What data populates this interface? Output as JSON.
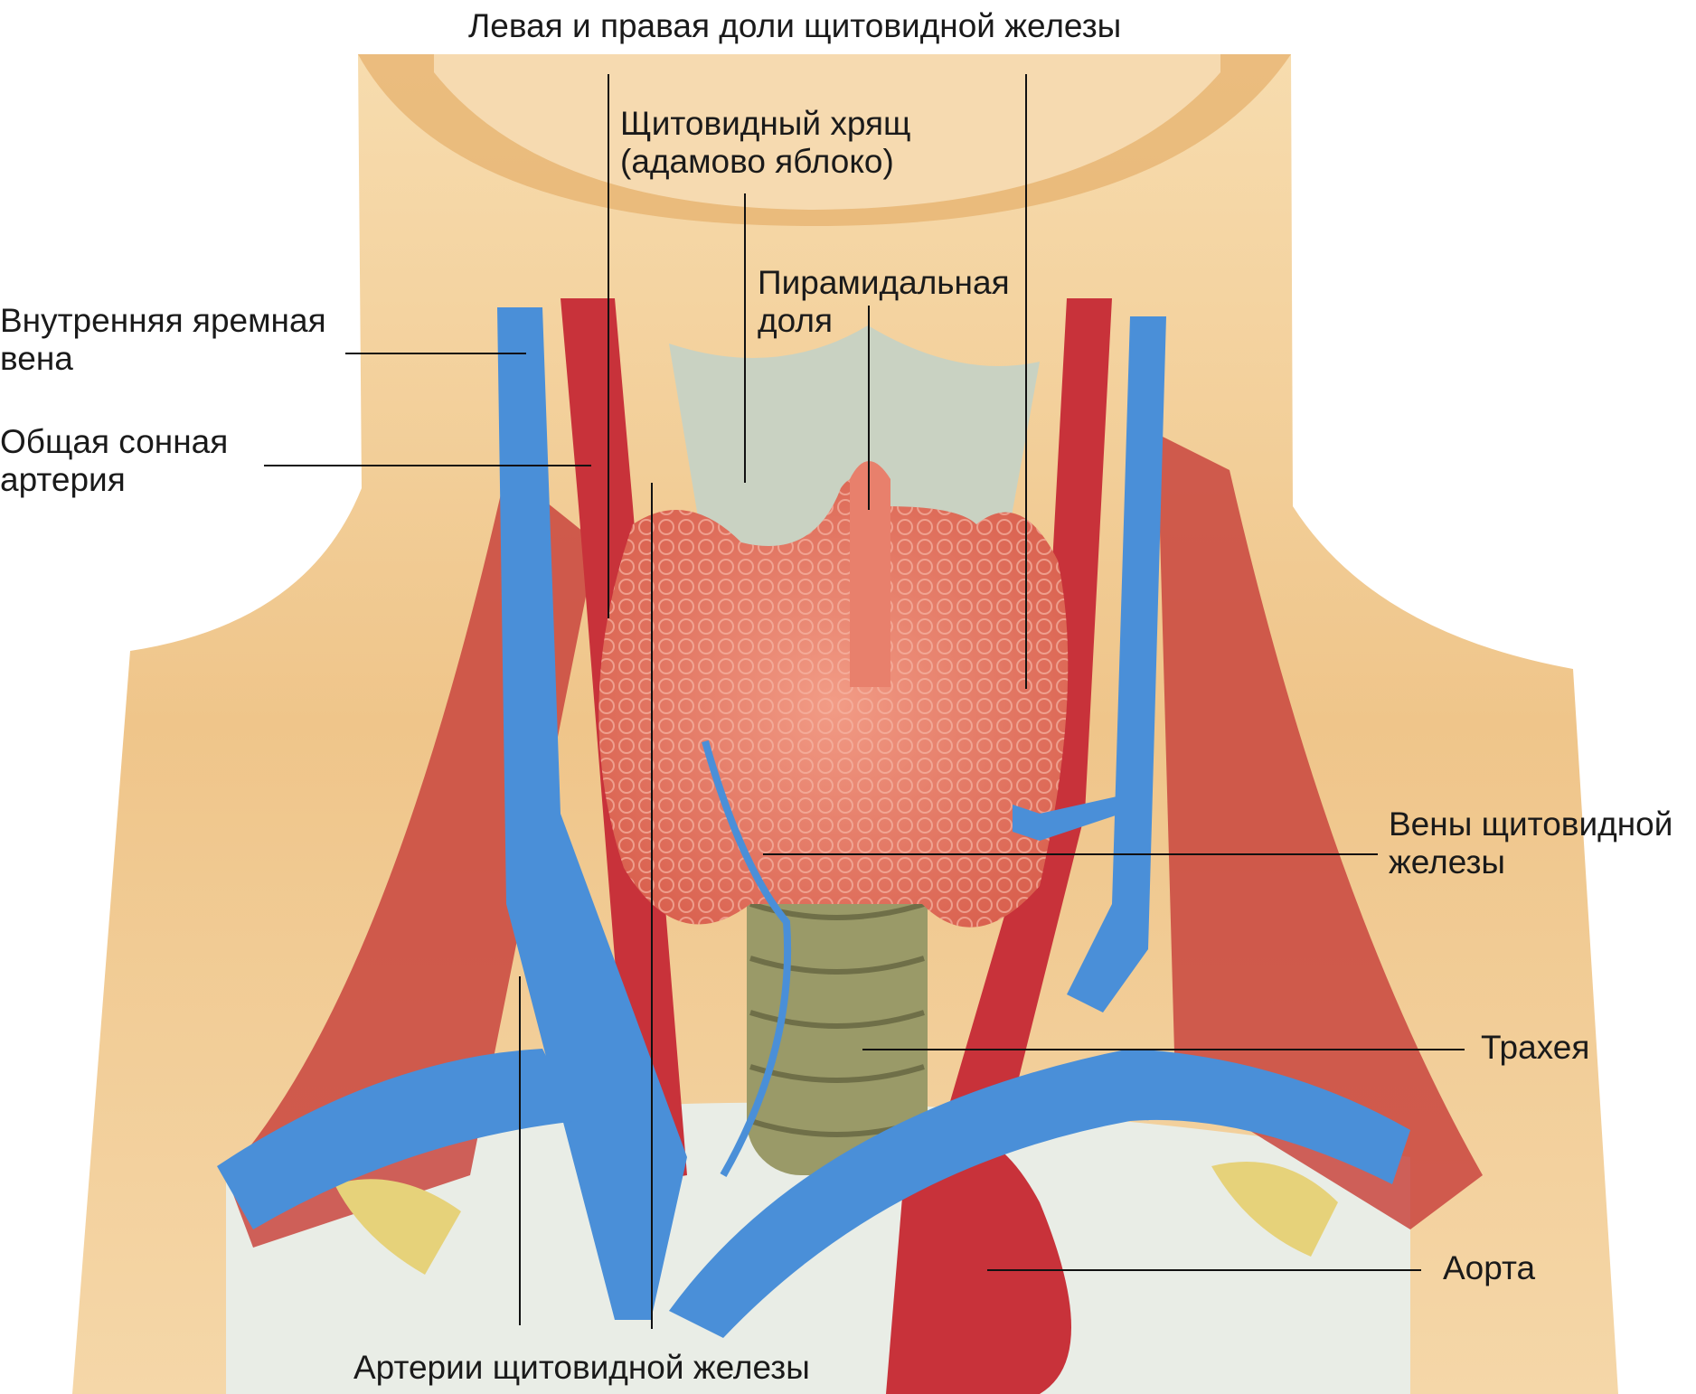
{
  "title": "Щитовидная железа и окружающие структуры",
  "labels": {
    "lobes": "Левая и правая доли щитовидной железы",
    "cartilage_1": "Щитовидный хрящ",
    "cartilage_2": "(адамово яблоко)",
    "pyramidal_1": "Пирамидальная",
    "pyramidal_2": "доля",
    "jugular_1": "Внутренняя яремная",
    "jugular_2": "вена",
    "carotid_1": "Общая сонная",
    "carotid_2": "артерия",
    "thyroid_veins_1": "Вены щитовидной",
    "thyroid_veins_2": "железы",
    "trachea": "Трахея",
    "aorta": "Аорта",
    "thyroid_arteries": "Артерии щитовидной железы"
  },
  "colors": {
    "skin": "#f0c98e",
    "vein": "#4a8fd8",
    "artery": "#c8323a",
    "thyroid": "#e8806c",
    "trachea": "#9a9a68",
    "cartilage": "#c9d2c2"
  }
}
